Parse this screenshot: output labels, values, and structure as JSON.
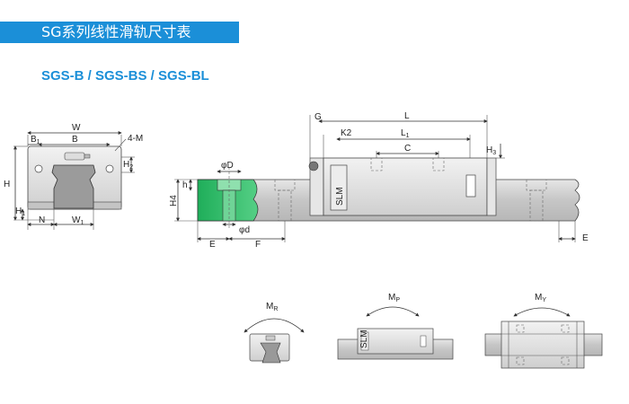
{
  "header": {
    "title": "SG系列线性滑轨尺寸表",
    "series": "SGS-B / SGS-BS / SGS-BL"
  },
  "colors": {
    "brand_blue": "#1b8fd8",
    "rail_cut_green": "#2fbf6a",
    "body_gray": "#d8d8d8",
    "rail_gray": "#c9c9c9"
  },
  "front_view": {
    "labels": {
      "W": "W",
      "B1": "B",
      "B1_sub": "1",
      "B": "B",
      "four_m": "4-M",
      "H": "H",
      "H1": "H",
      "H1_sub": "1",
      "H2": "H",
      "H2_sub": "2",
      "N": "N",
      "W1": "W",
      "W1_sub": "1"
    }
  },
  "side_view": {
    "labels": {
      "G": "G",
      "L": "L",
      "K2": "K2",
      "L1": "L",
      "L1_sub": "1",
      "C": "C",
      "H3": "H",
      "H3_sub": "3",
      "phiD": "φD",
      "h": "h",
      "H4": "H4",
      "phid": "φd",
      "E_left": "E",
      "F": "F",
      "E_right": "E"
    },
    "brand": "SLM"
  },
  "moments": {
    "MR": {
      "label": "M",
      "sub": "R"
    },
    "MP": {
      "label": "M",
      "sub": "P"
    },
    "MY": {
      "label": "M",
      "sub": "Y"
    },
    "small_brand": "SLM"
  }
}
